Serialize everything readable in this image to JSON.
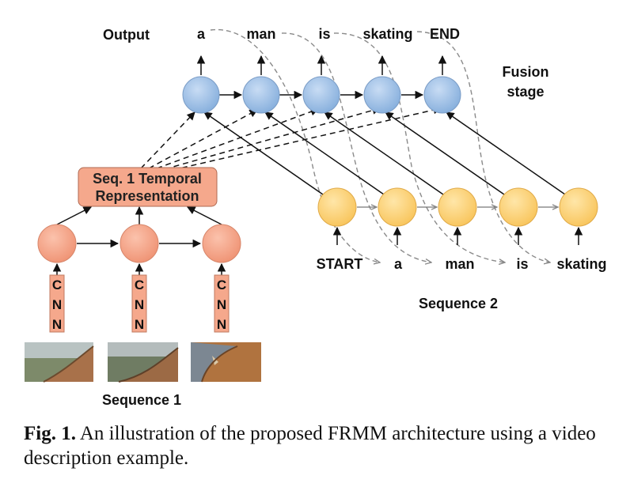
{
  "labels": {
    "output": "Output",
    "fusion": [
      "Fusion",
      "stage"
    ],
    "temporal": [
      "Seq. 1 Temporal",
      "Representation"
    ],
    "sequence1": "Sequence 1",
    "sequence2": "Sequence 2",
    "cnn_letters": [
      "C",
      "N",
      "N"
    ]
  },
  "output_words": [
    "a",
    "man",
    "is",
    "skating",
    "END"
  ],
  "input_words": [
    "START",
    "a",
    "man",
    "is",
    "skating"
  ],
  "colors": {
    "fusion_node": "#9dbfe6",
    "seq2_node": "#ffd27a",
    "seq1_node": "#f7a98c",
    "temporal_box": "#f5a88c",
    "cnn_bar": "#f5a88c"
  },
  "caption": {
    "label": "Fig. 1.",
    "text": "An illustration of the proposed FRMM architecture using a video description example."
  }
}
